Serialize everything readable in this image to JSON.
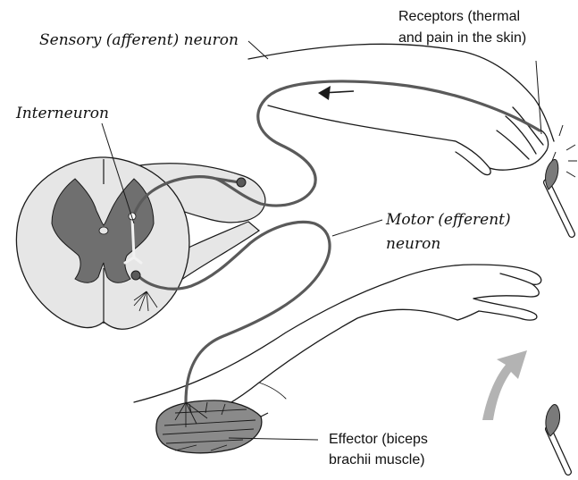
{
  "labels": {
    "sensory_neuron": "Sensory (afferent) neuron",
    "receptors_line1": "Receptors (thermal",
    "receptors_line2": "and pain in the skin)",
    "interneuron": "Interneuron",
    "motor_line1": "Motor (efferent)",
    "motor_line2": "neuron",
    "effector_line1": "Effector (biceps",
    "effector_line2": "brachii muscle)"
  },
  "colors": {
    "spinal_cord_white_matter": "#e6e6e6",
    "spinal_cord_gray_matter": "#6f6f6f",
    "neuron_path": "#5a5a5a",
    "outline": "#1a1a1a",
    "withdrawal_arrow": "#b3b3b3"
  },
  "icons": {
    "stimulus": "candle-flame-icon",
    "signal_direction": "arrowhead-icon",
    "withdrawal_motion": "curved-arrow-icon"
  }
}
